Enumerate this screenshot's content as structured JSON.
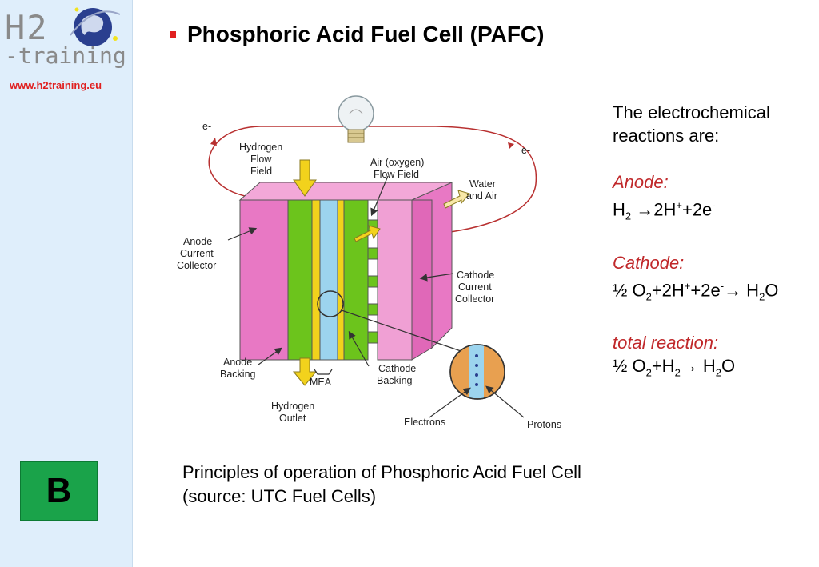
{
  "logo": {
    "h2": "H2",
    "training": "-training",
    "url": "www.h2training.eu"
  },
  "badge": "B",
  "title": "Phosphoric Acid Fuel Cell (PAFC)",
  "diagram_labels": {
    "e_left": "e-",
    "e_right": "e-",
    "hydrogen_flow_1": "Hydrogen",
    "hydrogen_flow_2": "Flow",
    "hydrogen_flow_3": "Field",
    "air_flow_1": "Air (oxygen)",
    "air_flow_2": "Flow Field",
    "water_air_1": "Water",
    "water_air_2": "and Air",
    "anode_cc_1": "Anode",
    "anode_cc_2": "Current",
    "anode_cc_3": "Collector",
    "cathode_cc_1": "Cathode",
    "cathode_cc_2": "Current",
    "cathode_cc_3": "Collector",
    "anode_backing_1": "Anode",
    "anode_backing_2": "Backing",
    "mea": "MEA",
    "cathode_backing_1": "Cathode",
    "cathode_backing_2": "Backing",
    "hydrogen_outlet_1": "Hydrogen",
    "hydrogen_outlet_2": "Outlet",
    "electrons": "Electrons",
    "protons": "Protons"
  },
  "reactions": {
    "intro_1": "The electrochemical",
    "intro_2": "reactions are:",
    "anode_label": "Anode:",
    "cathode_label": "Cathode:",
    "total_label": "total reaction:"
  },
  "caption": {
    "line1": "Principles of operation of Phosphoric Acid Fuel Cell",
    "line2": "(source: UTC Fuel Cells)"
  },
  "colors": {
    "pink": "#e878c4",
    "green": "#6cc41c",
    "blue": "#9cd4ee",
    "yellow": "#f2d21c",
    "accent_red": "#c0282a",
    "badge_green": "#1aa34a"
  }
}
